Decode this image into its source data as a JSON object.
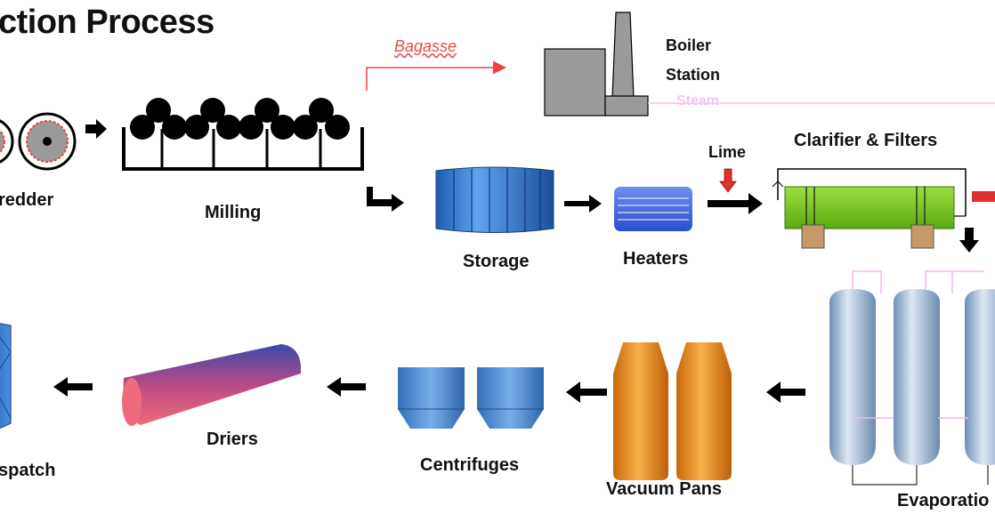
{
  "title": "ction Process",
  "labels": {
    "bagasse": "Bagasse",
    "boiler_line1": "Boiler",
    "boiler_line2": "Station",
    "steam": "Steam",
    "shredder": "redder",
    "milling": "Milling",
    "storage": "Storage",
    "heaters": "Heaters",
    "lime": "Lime",
    "clarifier": "Clarifier & Filters",
    "evaporation": "Evaporatio",
    "vacuum_pans": "Vacuum Pans",
    "centrifuges": "Centrifuges",
    "driers": "Driers",
    "dispatch": "spatch"
  },
  "colors": {
    "bagasse_arrow": "#f04040",
    "steam_line": "#f4c6f0",
    "storage": "#3a7fd4",
    "heaters": "#3f66e0",
    "clarifier": "#7ccf20",
    "evaporator": "#9fb9d4",
    "vacuum_pans": "#e88a10",
    "centrifuges": "#3f7fc4",
    "drier": "#b84a86",
    "lime_arrow": "#e03030"
  }
}
